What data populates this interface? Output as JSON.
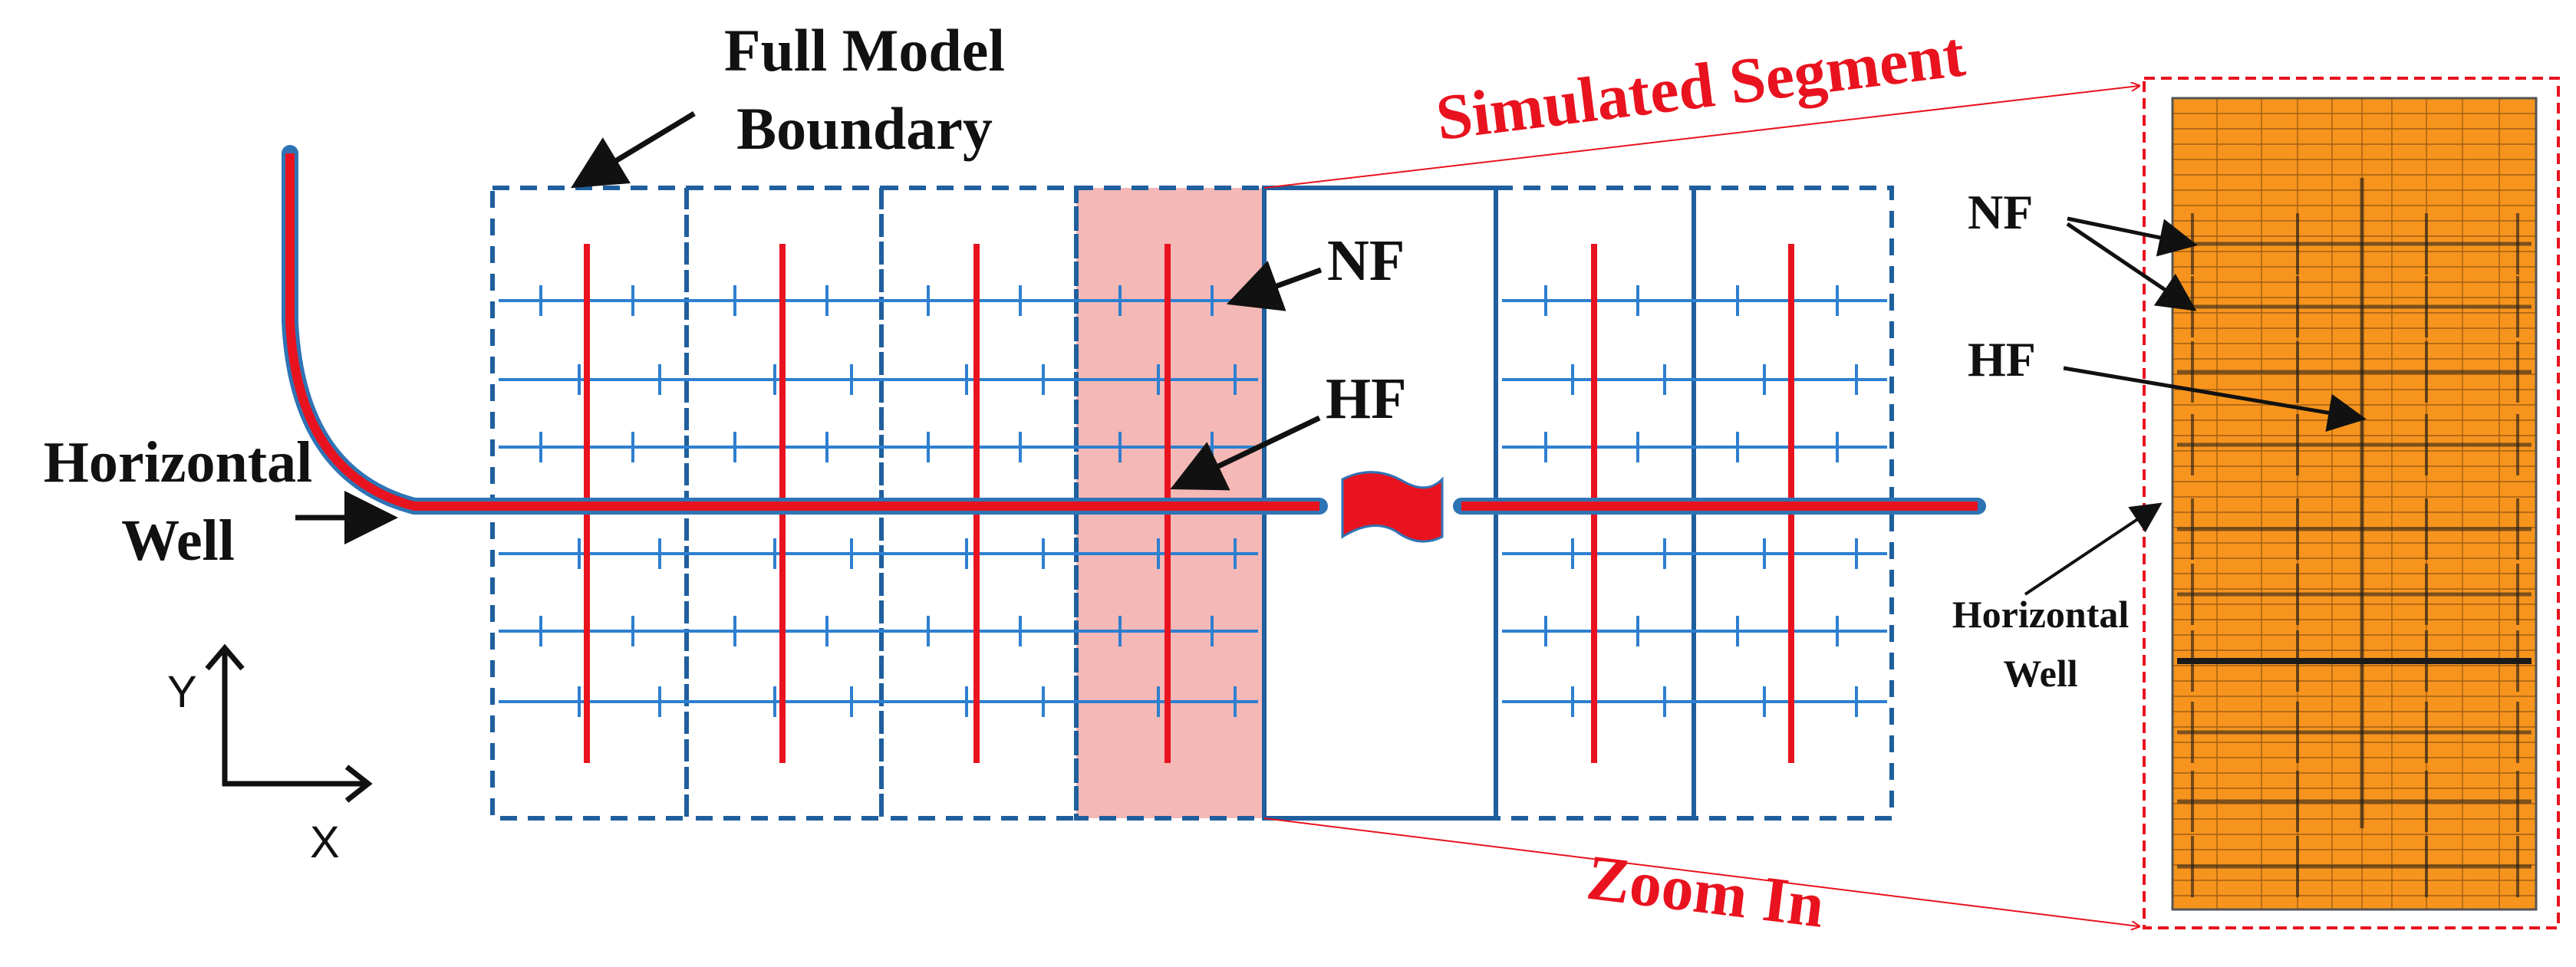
{
  "labels": {
    "full_model_boundary_line1": "Full Model",
    "full_model_boundary_line2": "Boundary",
    "simulated_segment": "Simulated Segment",
    "zoom_in": "Zoom In",
    "nf": "NF",
    "hf": "HF",
    "horizontal_well_line1": "Horizontal",
    "horizontal_well_line2": "Well",
    "zoom_nf": "NF",
    "zoom_hf": "HF",
    "zoom_horizontal_well_line1": "Horizontal",
    "zoom_horizontal_well_line2": "Well",
    "axis_y": "Y",
    "axis_x": "X"
  },
  "colors": {
    "well_fill": "#e8131f",
    "well_outline": "#2e74b5",
    "hydraulic_fracture": "#e8131f",
    "natural_fracture": "#2e7fd0",
    "boundary_dash": "#1f5f9e",
    "segment_highlight": "#f4b8b6",
    "zoom_frame": "#e8131f",
    "zoom_mesh_fill": "#f7941d",
    "zoom_mesh_lines": "#7a4a10",
    "zoom_fracture_dark": "#1a1a1a",
    "label_red": "#e8131f",
    "label_black": "#111111"
  }
}
